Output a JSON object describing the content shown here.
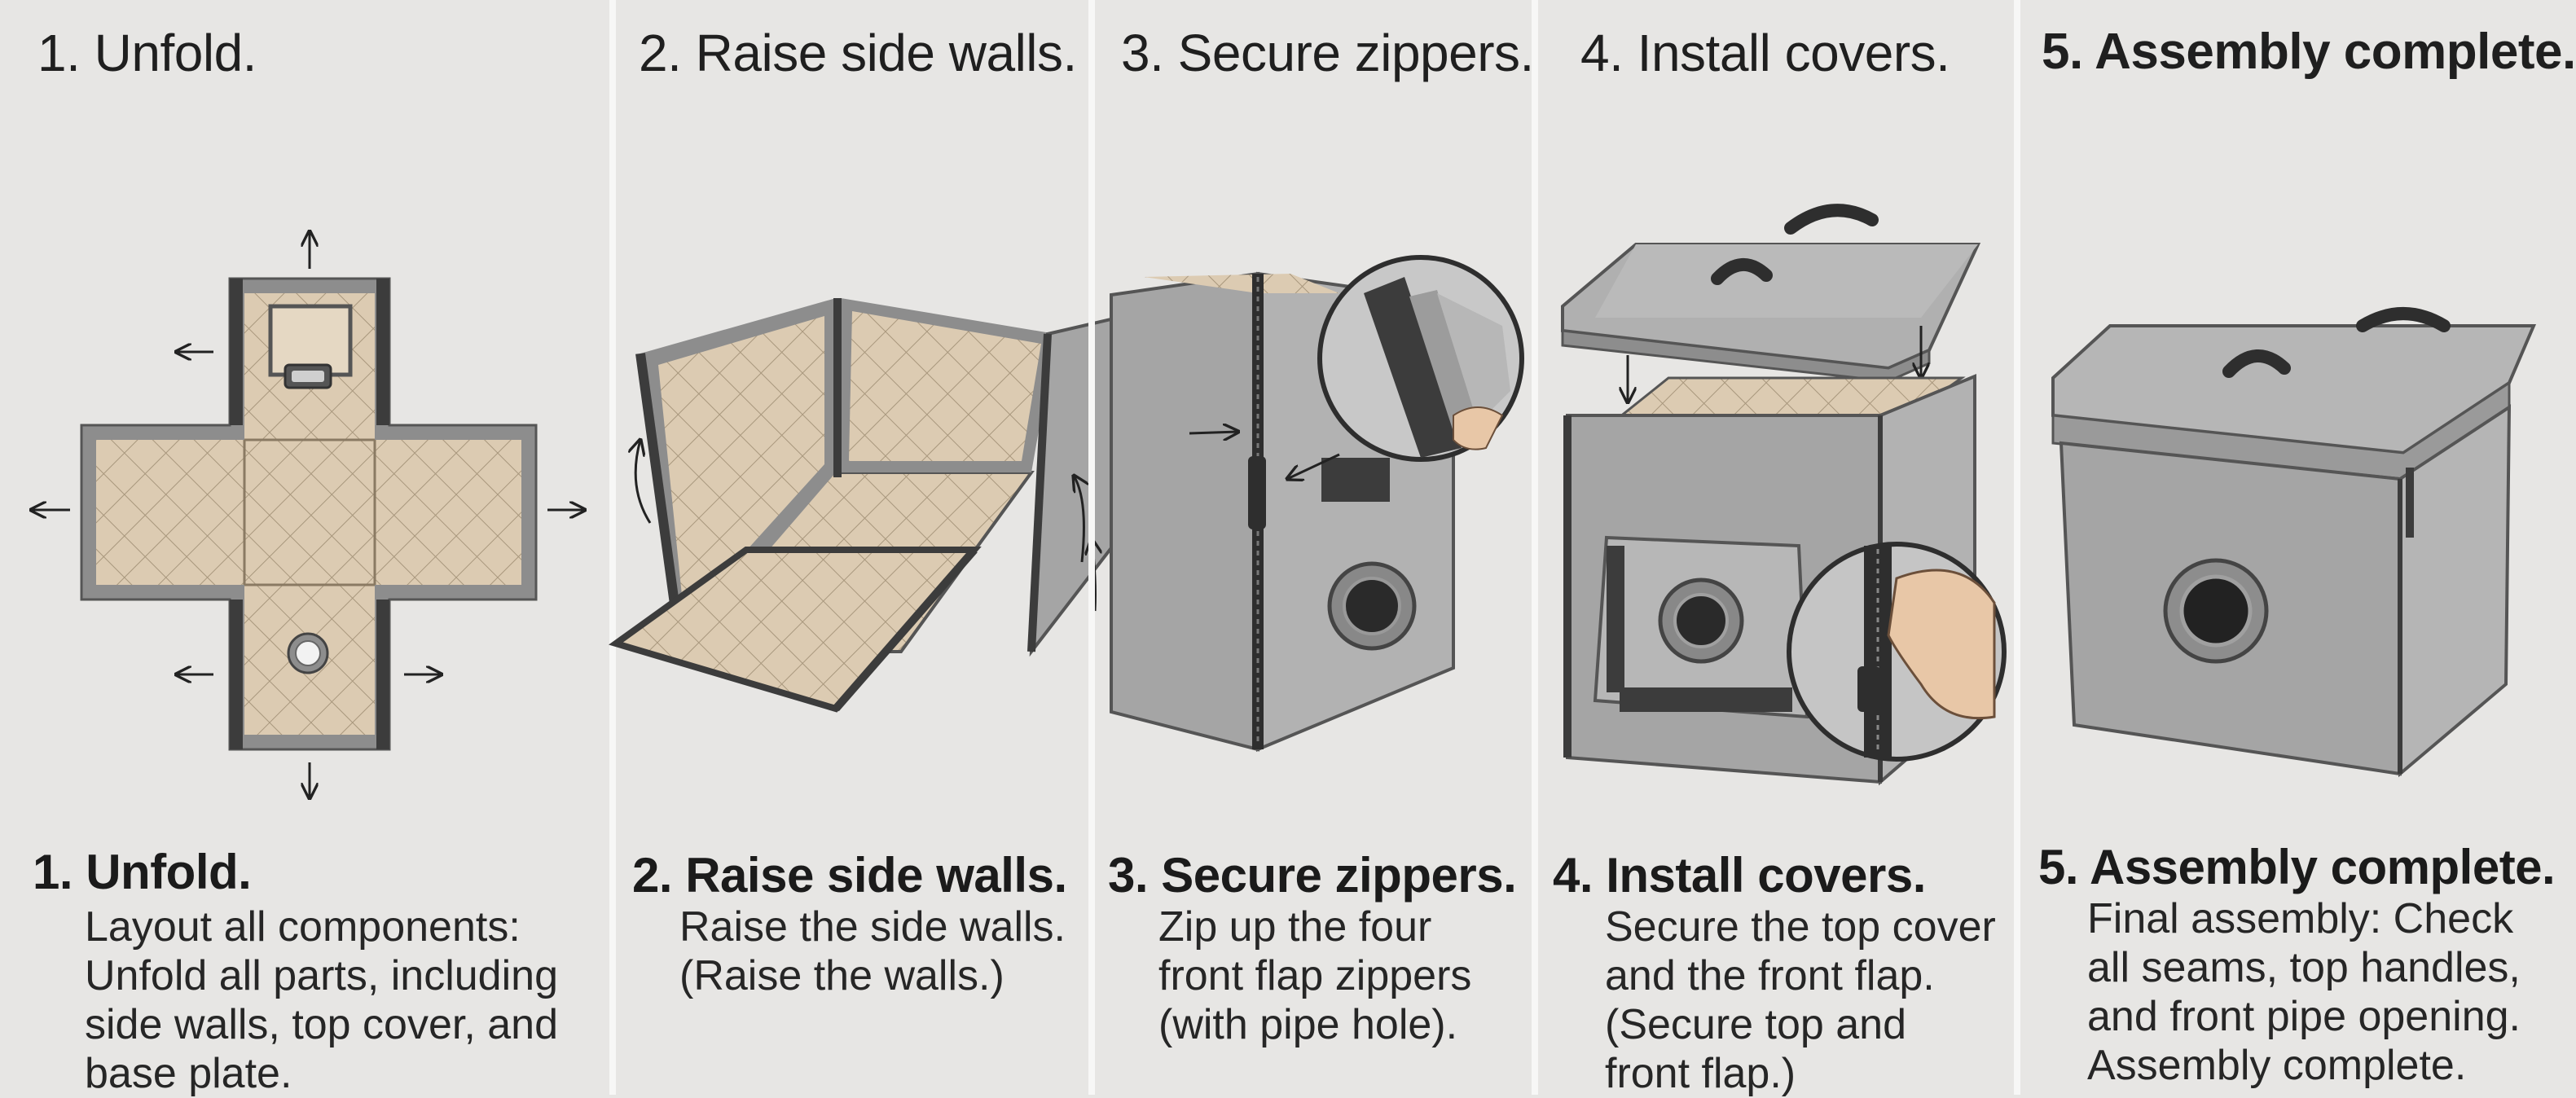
{
  "steps": [
    {
      "title": "1. Unfold.",
      "caption_title": "1. Unfold.",
      "caption_lines": [
        "Layout all components:",
        "Unfold all parts, including",
        "side walls, top cover, and",
        "base plate."
      ]
    },
    {
      "title": "2. Raise side walls.",
      "caption_title": "2. Raise side walls.",
      "caption_lines": [
        "Raise the side walls.",
        "(Raise the walls.)"
      ]
    },
    {
      "title": "3. Secure zippers.",
      "caption_title": "3. Secure zippers.",
      "caption_lines": [
        "Zip up the four",
        "front flap zippers",
        "(with pipe hole)."
      ]
    },
    {
      "title": "4. Install covers.",
      "caption_title": "4. Install covers.",
      "caption_lines": [
        "Secure the top cover",
        "and the front flap.",
        "(Secure top and",
        "front flap.)"
      ]
    },
    {
      "title": "5. Assembly complete.",
      "caption_title": "5. Assembly complete.",
      "caption_lines": [
        "Final assembly: Check",
        "all seams, top handles,",
        "and front pipe opening.",
        "Assembly complete."
      ]
    }
  ],
  "colors": {
    "background": "#e7e6e4",
    "divider": "#f7f7f6",
    "quilt": "#dccbb2",
    "frame": "#8d8d8d",
    "dark_edge": "#3c3c3c",
    "panel_gray": "#a5a5a5",
    "text": "#1e1e1e"
  }
}
